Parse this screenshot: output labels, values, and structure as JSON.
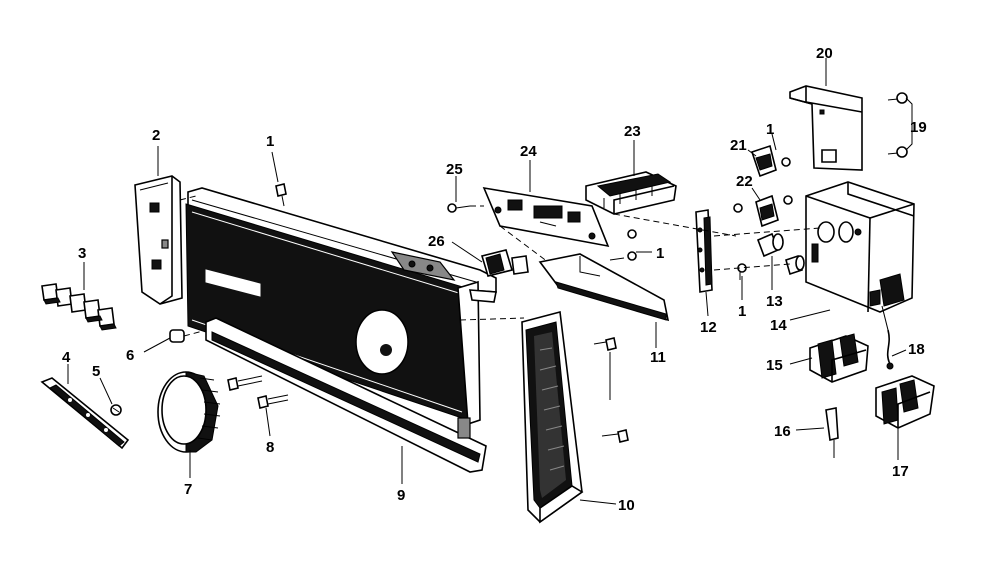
{
  "parts": [
    {
      "id": "p1a",
      "label": "1"
    },
    {
      "id": "p2",
      "label": "2"
    },
    {
      "id": "p3",
      "label": "3"
    },
    {
      "id": "p4",
      "label": "4"
    },
    {
      "id": "p5",
      "label": "5"
    },
    {
      "id": "p6",
      "label": "6"
    },
    {
      "id": "p7",
      "label": "7"
    },
    {
      "id": "p8",
      "label": "8"
    },
    {
      "id": "p9",
      "label": "9"
    },
    {
      "id": "p10",
      "label": "10"
    },
    {
      "id": "p11",
      "label": "11"
    },
    {
      "id": "p12",
      "label": "12"
    },
    {
      "id": "p13",
      "label": "13"
    },
    {
      "id": "p14",
      "label": "14"
    },
    {
      "id": "p15",
      "label": "15"
    },
    {
      "id": "p16",
      "label": "16"
    },
    {
      "id": "p17",
      "label": "17"
    },
    {
      "id": "p18",
      "label": "18"
    },
    {
      "id": "p19",
      "label": "19"
    },
    {
      "id": "p20",
      "label": "20"
    },
    {
      "id": "p21",
      "label": "21"
    },
    {
      "id": "p22",
      "label": "22"
    },
    {
      "id": "p23",
      "label": "23"
    },
    {
      "id": "p24",
      "label": "24"
    },
    {
      "id": "p25",
      "label": "25"
    },
    {
      "id": "p26",
      "label": "26"
    },
    {
      "id": "p1b",
      "label": "1"
    },
    {
      "id": "p1c",
      "label": "1"
    },
    {
      "id": "p1d",
      "label": "1"
    }
  ]
}
